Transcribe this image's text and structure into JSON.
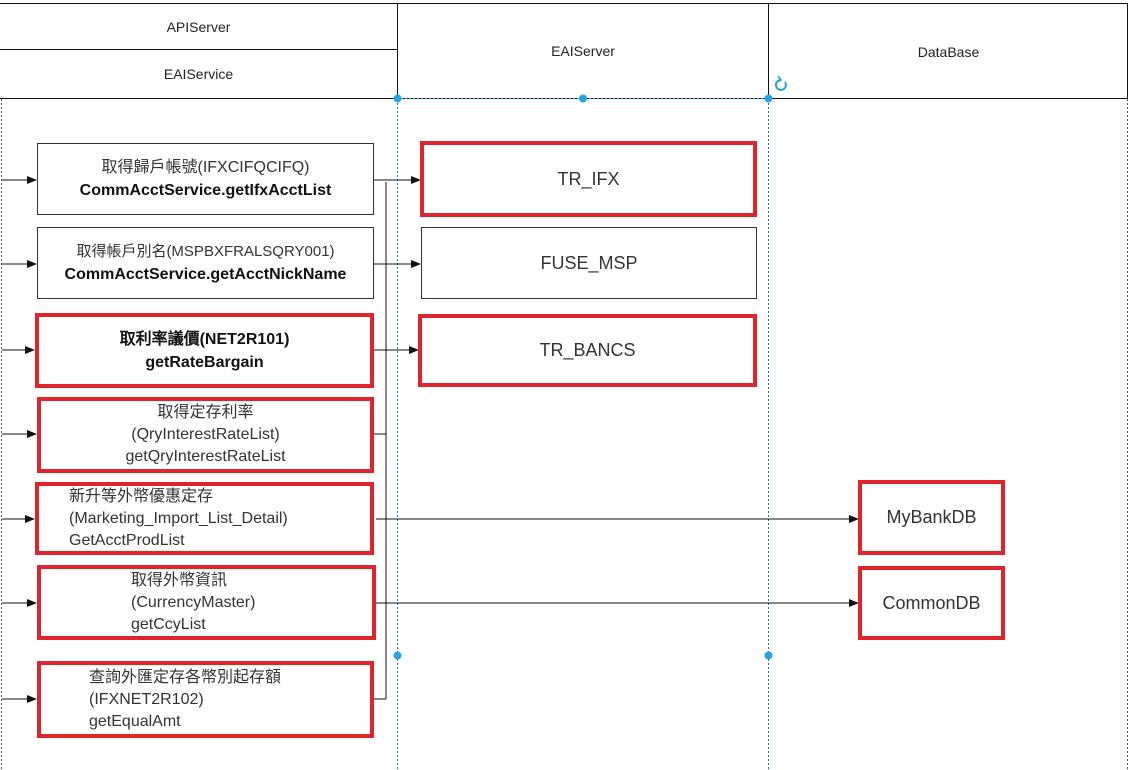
{
  "headers": {
    "api_server": "APIServer",
    "eai_service": "EAIService",
    "eai_server": "EAIServer",
    "database": "DataBase"
  },
  "services": [
    {
      "line1": "取得歸戶帳號(IFXCIFQCIFQ)",
      "line2": "CommAcctService.getIfxAcctList"
    },
    {
      "line1": "取得帳戶別名(MSPBXFRALSQRY001)",
      "line2": "CommAcctService.getAcctNickName"
    },
    {
      "line1": "取利率議價(NET2R101)",
      "line2": "getRateBargain"
    },
    {
      "line1": "取得定存利率",
      "line2": "(QryInterestRateList)",
      "line3": "getQryInterestRateList"
    },
    {
      "line1": "新升等外幣優惠定存",
      "line2": "(Marketing_Import_List_Detail)",
      "line3": "GetAcctProdList"
    },
    {
      "line1": "取得外幣資訊",
      "line2": "(CurrencyMaster)",
      "line3": "getCcyList"
    },
    {
      "line1": "查詢外匯定存各幣別起存額",
      "line2": "(IFXNET2R102)",
      "line3": "getEqualAmt"
    }
  ],
  "eai_targets": [
    "TR_IFX",
    "FUSE_MSP",
    "TR_BANCS"
  ],
  "databases": [
    "MyBankDB",
    "CommonDB"
  ],
  "colors": {
    "highlight": "#e0242c",
    "selection": "#29a3e0"
  }
}
